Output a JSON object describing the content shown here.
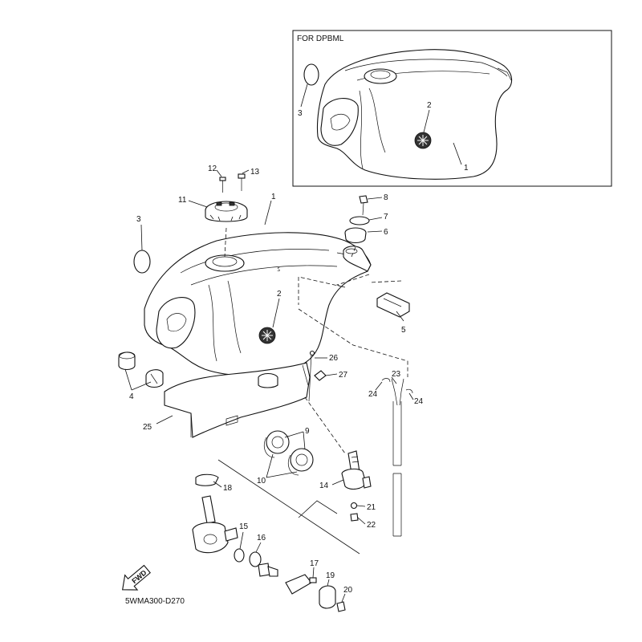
{
  "inset": {
    "title": "FOR DPBML"
  },
  "diagram_code": "5WMA300-D270",
  "fwd_label": "FWD",
  "callouts": {
    "inset_2": "2",
    "inset_3": "3",
    "inset_1": "1",
    "c12": "12",
    "c13": "13",
    "c11": "11",
    "c1": "1",
    "c3": "3",
    "c8": "8",
    "c7": "7",
    "c6": "6",
    "c2": "2",
    "c5": "5",
    "c26": "26",
    "c27": "27",
    "c23": "23",
    "c24a": "24",
    "c24b": "24",
    "c4": "4",
    "c25": "25",
    "c9": "9",
    "c10": "10",
    "c14": "14",
    "c21": "21",
    "c22": "22",
    "c18": "18",
    "c15": "15",
    "c16": "16",
    "c17": "17",
    "c19": "19",
    "c20": "20"
  }
}
